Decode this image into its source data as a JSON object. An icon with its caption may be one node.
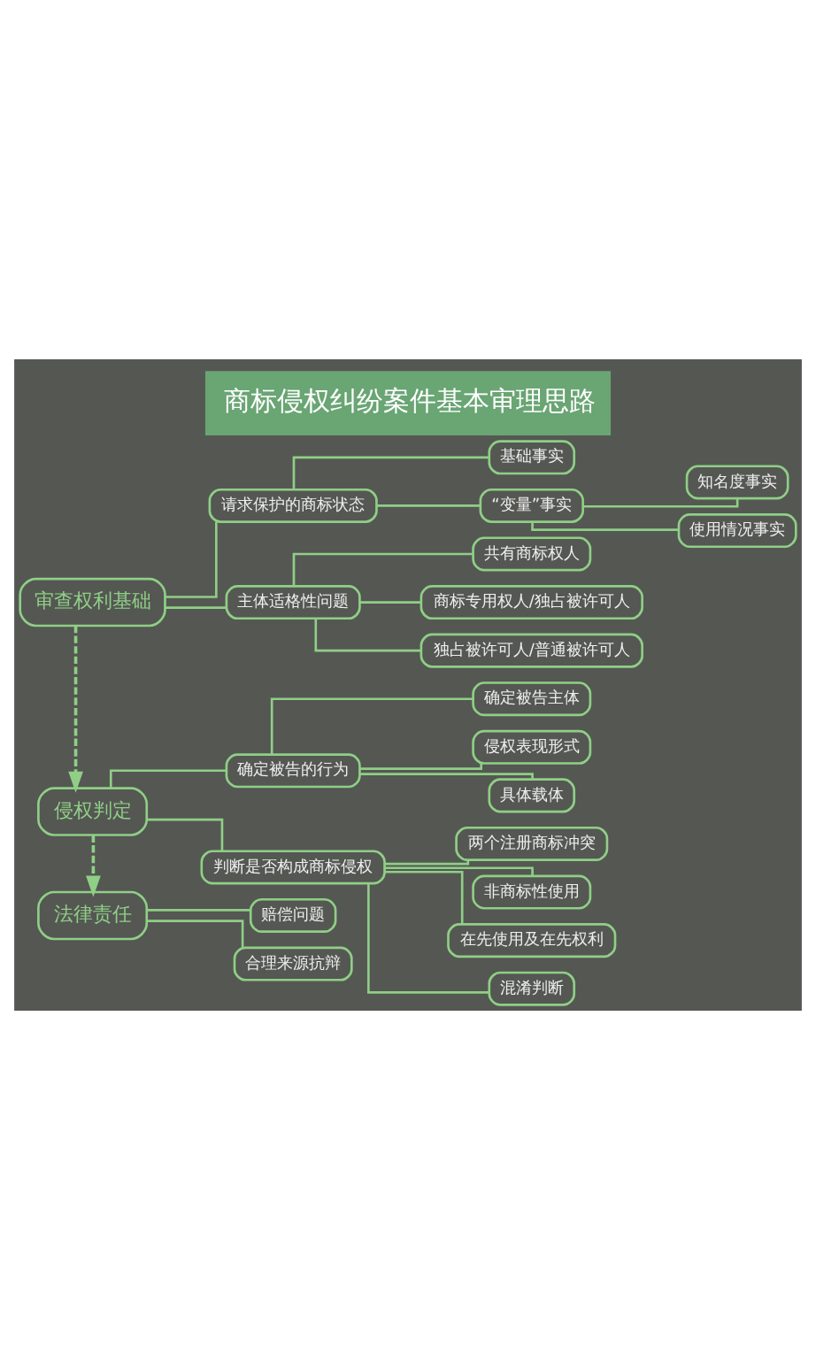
{
  "diagram": {
    "title": "商标侵权纠纷案件基本审理思路",
    "nodes": [
      {
        "text": [
          "审查权利基础"
        ]
      },
      {
        "text": [
          "请求保护的商标状态"
        ]
      },
      {
        "text": [
          "基础事实"
        ]
      },
      {
        "text": [
          "“变量”事实"
        ]
      },
      {
        "text": [
          "知名度事实"
        ]
      },
      {
        "text": [
          "使用情况事实"
        ]
      },
      {
        "text": [
          "主体适格性问题"
        ]
      },
      {
        "text": [
          "共有商标权人"
        ]
      },
      {
        "text": [
          "商标专用权人/独占被许可人"
        ]
      },
      {
        "text": [
          "独占被许可人/普通被许可人"
        ]
      },
      {
        "text": [
          "侵权判定"
        ]
      },
      {
        "text": [
          "确定被告的行为"
        ]
      },
      {
        "text": [
          "确定被告主体"
        ]
      },
      {
        "text": [
          "侵权表现形式"
        ]
      },
      {
        "text": [
          "具体载体"
        ]
      },
      {
        "text": [
          "判断是否构成商标侵权"
        ]
      },
      {
        "text": [
          "两个注册商标冲突"
        ]
      },
      {
        "text": [
          "非商标性使用"
        ]
      },
      {
        "text": [
          "在先使用及在先权利"
        ]
      },
      {
        "text": [
          "混淆判断"
        ]
      },
      {
        "text": [
          "法律责任"
        ]
      },
      {
        "text": [
          "赔偿问题"
        ]
      },
      {
        "text": [
          "合理来源抗辩"
        ]
      }
    ],
    "edges": [
      {
        "from": 0,
        "to": 1,
        "arrow": "none"
      },
      {
        "from": 1,
        "to": 2,
        "arrow": "none"
      },
      {
        "from": 1,
        "to": 3,
        "arrow": "none"
      },
      {
        "from": 3,
        "to": 4,
        "arrow": "none"
      },
      {
        "from": 3,
        "to": 5,
        "arrow": "none"
      },
      {
        "from": 0,
        "to": 6,
        "arrow": "none"
      },
      {
        "from": 6,
        "to": 7,
        "arrow": "none"
      },
      {
        "from": 6,
        "to": 8,
        "arrow": "none"
      },
      {
        "from": 6,
        "to": 9,
        "arrow": "none"
      },
      {
        "from": 0,
        "to": 10,
        "arrow": "to",
        "style": "dashed"
      },
      {
        "from": 10,
        "to": 11,
        "arrow": "none"
      },
      {
        "from": 11,
        "to": 12,
        "arrow": "none"
      },
      {
        "from": 11,
        "to": 13,
        "arrow": "none"
      },
      {
        "from": 11,
        "to": 14,
        "arrow": "none"
      },
      {
        "from": 10,
        "to": 15,
        "arrow": "none"
      },
      {
        "from": 15,
        "to": 16,
        "arrow": "none"
      },
      {
        "from": 15,
        "to": 17,
        "arrow": "none"
      },
      {
        "from": 15,
        "to": 18,
        "arrow": "none"
      },
      {
        "from": 15,
        "to": 19,
        "arrow": "none"
      },
      {
        "from": 10,
        "to": 20,
        "arrow": "to",
        "style": "dashed"
      },
      {
        "from": 20,
        "to": 21,
        "arrow": "none"
      },
      {
        "from": 20,
        "to": 22,
        "arrow": "none"
      }
    ]
  }
}
